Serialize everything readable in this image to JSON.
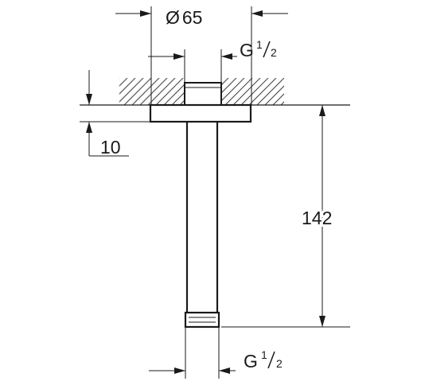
{
  "dimensions": {
    "diameter_symbol": "Ø",
    "diameter_value": "65",
    "thread_top_label": "G",
    "thread_top_numerator": "1",
    "thread_top_denominator": "2",
    "flange_depth_value": "10",
    "length_value": "142",
    "thread_bottom_label": "G",
    "thread_bottom_numerator": "1",
    "thread_bottom_denominator": "2"
  }
}
